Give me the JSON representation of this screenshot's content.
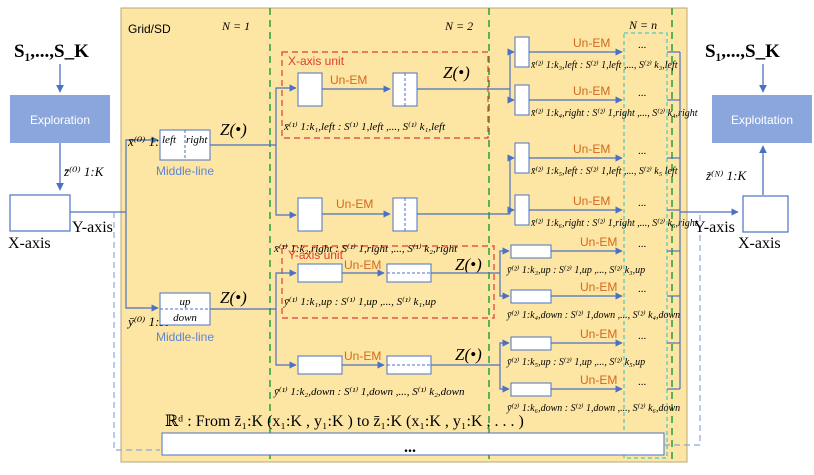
{
  "colors": {
    "panel_fill": "#fde5a3",
    "panel_border": "#b9a77a",
    "blue_box": "#8aa6dc",
    "arrow": "#4a72c4",
    "red": "#e03c31",
    "orange": "#d2691e",
    "green": "#2e9b3c",
    "teal": "#4cc9c9",
    "light_blue": "#5b85d6"
  },
  "input_label": "S₁,...,S_K",
  "output_label": "S₁,...,S_K",
  "exploration_label": "Exploration",
  "exploitation_label": "Exploitation",
  "z0_label": "z̄⁽⁰⁾ 1:K",
  "zN_label": "z̃⁽ᴺ⁾ 1:K",
  "xaxis_label": "X-axis",
  "yaxis_label": "Y-axis",
  "grid_title": "Grid/SD",
  "n1_label": "N = 1",
  "n2_label": "N = 2",
  "nn_label": "N = n",
  "x0_label": "x̄⁽⁰⁾ 1:K",
  "y0_label": "ȳ⁽⁰⁾ 1:K",
  "left_label": "left",
  "right_label": "right",
  "up_label": "up",
  "down_label": "down",
  "middle_line": "Middle-line",
  "zfunc": "Z(•)",
  "unem": "Un-EM",
  "xaxis_unit": "X-axis unit",
  "yaxis_unit": "Y-axis unit",
  "level1": {
    "x_left": "x̄⁽¹⁾ 1:k₁,left :  S⁽¹⁾ 1,left ,..., S⁽¹⁾ k₁,left",
    "x_right": "x̄⁽¹⁾ 1:k₂,right :  S⁽¹⁾ 1,right ,..., S⁽¹⁾ k₂,right",
    "y_up": "ȳ⁽¹⁾ 1:k₁,up :  S⁽¹⁾ 1,up ,..., S⁽¹⁾ k₁,up",
    "y_down": "ȳ⁽¹⁾ 1:k₂,down :  S⁽¹⁾ 1,down ,..., S⁽¹⁾ k₂,down"
  },
  "level2": [
    "x̄⁽²⁾ 1:k₃,left :  S⁽²⁾ 1,left ,..., S⁽²⁾ k₃,left",
    "x̄⁽²⁾ 1:k₄,right :  S⁽²⁾ 1,right ,..., S⁽²⁾ k₄,right",
    "x̄⁽²⁾ 1:k₅,left :  S⁽²⁾ 1,left ,..., S⁽²⁾ k₅ left",
    "x̄⁽²⁾ 1:k₆,right :  S⁽²⁾ 1,right ,..., S⁽²⁾ k₆,right",
    "ȳ⁽²⁾ 1:k₃,up :  S⁽²⁾ 1,up ,..., S⁽²⁾ k₃,up",
    "ȳ⁽²⁾ 1:k₄,down :  S⁽²⁾ 1,down ,..., S⁽²⁾ k₄,down",
    "ȳ⁽²⁾ 1:k₅,up :  S⁽²⁾ 1,up ,..., S⁽²⁾ k₅,up",
    "ȳ⁽²⁾ 1:k₆,down :  S⁽²⁾ 1,down ,..., S⁽²⁾ k₆,down"
  ],
  "ellipsis": "...",
  "bottom_ellipsis": "...",
  "bottom_formula": "ℝᵈ : From z̄₁:K (x₁:K , y₁:K ) to z̄₁:K (x₁:K , y₁:K , . . . )"
}
